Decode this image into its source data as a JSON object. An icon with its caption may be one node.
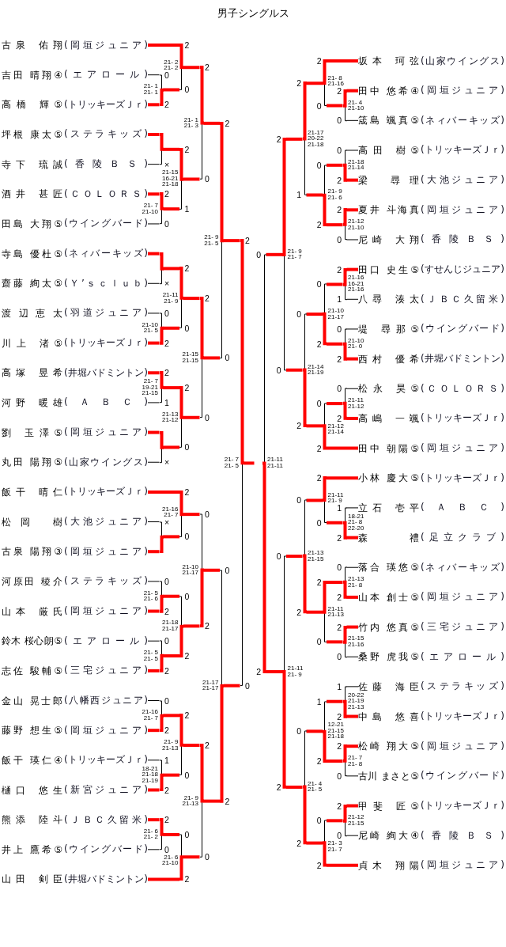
{
  "diagram": {
    "title": "男子シングルス",
    "nodes": [
      {
        "text": [
          "古泉 佑翔",
          "(岡垣ジュニア)"
        ]
      },
      {
        "text": [
          "吉田 晴翔④",
          "(エアロール)"
        ]
      },
      {
        "text": [
          "高橋 輝⑤",
          "(トリッキーズＪｒ)"
        ]
      },
      {
        "text": [
          "坪根 康太⑤",
          "(ステラキッズ)"
        ]
      },
      {
        "text": [
          "寺下 琉誠",
          "(香陵ＢＳ)"
        ]
      },
      {
        "text": [
          "酒井 甚匠",
          "(ＣＯＬＯＲＳ)"
        ]
      },
      {
        "text": [
          "田島 大翔⑤",
          "(ウイングバード)"
        ]
      },
      {
        "text": [
          "寺島 優杜⑤",
          "(ネィバーキッズ)"
        ]
      },
      {
        "text": [
          "齋藤 絢太⑤",
          "(Ｙ’ｓｃｌｕｂ)"
        ]
      },
      {
        "text": [
          "渡辺恵太",
          "(羽道ジュニア)"
        ]
      },
      {
        "text": [
          "川上 渚⑤",
          "(トリッキーズＪｒ)"
        ]
      },
      {
        "text": [
          "高塚 昱希",
          "(井堀バドミントン)"
        ]
      },
      {
        "text": [
          "河野 暖雄",
          "(ＡＢＣ)"
        ]
      },
      {
        "text": [
          "劉 玉澤⑤",
          "(岡垣ジュニア)"
        ]
      },
      {
        "text": [
          "丸田 陽翔⑤",
          "(山家ウイングス)"
        ]
      },
      {
        "text": [
          "飯干 晴仁",
          "(トリッキーズＪｒ)"
        ]
      },
      {
        "text": [
          "松岡 樹",
          "(大池ジュニア)"
        ]
      },
      {
        "text": [
          "古泉 陽翔③",
          "(岡垣ジュニア)"
        ]
      },
      {
        "text": [
          "河原田 稜介",
          "(ステラキッズ)"
        ]
      },
      {
        "text": [
          "山本 厳氏",
          "(岡垣ジュニア)"
        ]
      },
      {
        "text": [
          "鈴木 桜心朗⑤",
          "(エアロール)"
        ]
      },
      {
        "text": [
          "志佐 駿輔⑤",
          "(三宅ジュニア)"
        ]
      },
      {
        "text": [
          "金山 晃士郎",
          "(八幡西ジュニア)"
        ]
      },
      {
        "text": [
          "藤野 想生⑤",
          "(岡垣ジュニア)"
        ]
      },
      {
        "text": [
          "飯干 瑛仁④",
          "(トリッキーズＪｒ)"
        ]
      },
      {
        "text": [
          "樋口 悠生",
          "(新宮ジュニア)"
        ]
      },
      {
        "text": [
          "熊添 陸斗",
          "(ＪＢＣ久留米)"
        ]
      },
      {
        "text": [
          "井上 鷹希⑤",
          "(ウイングバード)"
        ]
      },
      {
        "text": [
          "山田 剣臣",
          "(井堀バドミントン)"
        ]
      },
      {
        "text": [
          "坂本 珂弦",
          "(山家ウイングス)"
        ]
      },
      {
        "text": [
          "田中 悠希④",
          "(岡垣ジュニア)"
        ]
      },
      {
        "text": [
          "筬島 颯真⑤",
          "(ネィバーキッズ)"
        ]
      },
      {
        "text": [
          "高田 樹⑤",
          "(トリッキーズＪｒ)"
        ]
      },
      {
        "text": [
          "梁 尋理",
          "(大池ジュニア)"
        ]
      },
      {
        "text": [
          "夏井 斗海真",
          "(岡垣ジュニア)"
        ]
      },
      {
        "text": [
          "尼崎 大翔",
          "(香陵ＢＳ)"
        ]
      },
      {
        "text": [
          "田口 史生⑤",
          "(すせんじジュニア)"
        ]
      },
      {
        "text": [
          "八尋 湊太",
          "(ＪＢＣ久留米)"
        ]
      },
      {
        "text": [
          "堤 尋那⑤",
          "(ウイングバード)"
        ]
      },
      {
        "text": [
          "西村 優希",
          "(井堀バドミントン)"
        ]
      },
      {
        "text": [
          "松永 昊⑤",
          "(ＣＯＬＯＲＳ)"
        ]
      },
      {
        "text": [
          "高嶋 一颯",
          "(トリッキーズＪｒ)"
        ]
      },
      {
        "text": [
          "田中 朝陽⑤",
          "(岡垣ジュニア)"
        ]
      },
      {
        "text": [
          "小林 慶大⑤",
          "(トリッキーズＪｒ)"
        ]
      },
      {
        "text": [
          "立石 壱平",
          "(ＡＢＣ)"
        ]
      },
      {
        "text": [
          "森 禮",
          "(足立クラブ)"
        ]
      },
      {
        "text": [
          "落合 瑛悠⑤",
          "(ネィバーキッズ)"
        ]
      },
      {
        "text": [
          "山本 創士⑤",
          "(岡垣ジュニア)"
        ]
      },
      {
        "text": [
          "竹内 悠真⑤",
          "(三宅ジュニア)"
        ]
      },
      {
        "text": [
          "桑野 虎我⑤",
          "(エアロール)"
        ]
      },
      {
        "text": [
          "佐藤 海臣",
          "(ステラキッズ)"
        ]
      },
      {
        "text": [
          "中島 悠喜",
          "(トリッキーズＪｒ)"
        ]
      },
      {
        "text": [
          "松崎 翔大⑤",
          "(岡垣ジュニア)"
        ]
      },
      {
        "text": [
          "古川 まさと⑤",
          "(ウイングバード)"
        ]
      },
      {
        "text": [
          "甲斐 匠⑤",
          "(トリッキーズＪｒ)"
        ]
      },
      {
        "text": [
          "尼崎 絢大④",
          "(香陵ＢＳ)"
        ]
      },
      {
        "text": [
          "貞木 翔陽",
          "(岡垣ジュニア)"
        ]
      },
      {
        "text": [],
        "shape": "bar",
        "beside": [
          "21- 1",
          "21- 1"
        ]
      },
      {
        "text": [],
        "shape": "bar",
        "beside": [
          "21- 2",
          "21- 2"
        ]
      },
      {
        "text": [],
        "shape": "bar"
      },
      {
        "text": [],
        "shape": "bar",
        "beside": [
          "21- 7",
          "21-10"
        ]
      },
      {
        "text": [],
        "shape": "bar",
        "beside": [
          "21-15",
          "16-21",
          "21-18"
        ]
      },
      {
        "text": [],
        "shape": "bar",
        "beside": [
          "21- 1",
          "21- 3"
        ]
      },
      {
        "text": [],
        "shape": "bar"
      },
      {
        "text": [],
        "shape": "bar",
        "beside": [
          "21-10",
          "21- 5"
        ]
      },
      {
        "text": [],
        "shape": "bar",
        "beside": [
          "21-11",
          "21- 9"
        ]
      },
      {
        "text": [],
        "shape": "bar",
        "beside": [
          "21- 7",
          "19-21",
          "21-15"
        ]
      },
      {
        "text": [],
        "shape": "bar"
      },
      {
        "text": [],
        "shape": "bar",
        "beside": [
          "21-13",
          "21-12"
        ]
      },
      {
        "text": [],
        "shape": "bar",
        "beside": [
          "21-15",
          "21-15"
        ]
      },
      {
        "text": [],
        "shape": "bar",
        "beside": [
          "21- 9",
          "21- 5"
        ]
      },
      {
        "text": [],
        "shape": "bar"
      },
      {
        "text": [],
        "shape": "bar",
        "beside": [
          "21-16",
          "21- 7"
        ]
      },
      {
        "text": [],
        "shape": "bar",
        "beside": [
          "21- 5",
          "21- 6"
        ]
      },
      {
        "text": [],
        "shape": "bar",
        "beside": [
          "21- 5",
          "21- 5"
        ]
      },
      {
        "text": [],
        "shape": "bar",
        "beside": [
          "21-18",
          "21-17"
        ]
      },
      {
        "text": [],
        "shape": "bar",
        "beside": [
          "21-10",
          "21-17"
        ]
      },
      {
        "text": [],
        "shape": "bar",
        "beside": [
          "21-16",
          "21- 7"
        ]
      },
      {
        "text": [],
        "shape": "bar",
        "beside": [
          "18-21",
          "21-18",
          "21-19"
        ]
      },
      {
        "text": [],
        "shape": "bar",
        "beside": [
          "21- 9",
          "21-13"
        ]
      },
      {
        "text": [],
        "shape": "bar",
        "beside": [
          "21- 6",
          "21- 2"
        ]
      },
      {
        "text": [],
        "shape": "bar",
        "beside": [
          "21- 6",
          "21-10"
        ]
      },
      {
        "text": [],
        "shape": "bar",
        "beside": [
          "21- 9",
          "21-13"
        ]
      },
      {
        "text": [],
        "shape": "bar",
        "beside": [
          "21-17",
          "21-17"
        ]
      },
      {
        "text": [],
        "shape": "bar",
        "beside": [
          "21- 7",
          "21- 5"
        ]
      },
      {
        "text": [],
        "shape": "bar",
        "beside": [
          "21- 4",
          "21-10"
        ]
      },
      {
        "text": [],
        "shape": "bar",
        "beside": [
          "21- 8",
          "21-16"
        ]
      },
      {
        "text": [],
        "shape": "bar",
        "beside": [
          "21-18",
          "21-14"
        ]
      },
      {
        "text": [],
        "shape": "bar",
        "beside": [
          "21-12",
          "21-10"
        ]
      },
      {
        "text": [],
        "shape": "bar",
        "beside": [
          "21- 9",
          "21- 6"
        ]
      },
      {
        "text": [],
        "shape": "bar",
        "beside": [
          "21-17",
          "20-22",
          "21-18"
        ]
      },
      {
        "text": [],
        "shape": "bar",
        "beside": [
          "21-16",
          "16-21",
          "21-16"
        ]
      },
      {
        "text": [],
        "shape": "bar",
        "beside": [
          "21-10",
          "21- 0"
        ]
      },
      {
        "text": [],
        "shape": "bar",
        "beside": [
          "21-10",
          "21-17"
        ]
      },
      {
        "text": [],
        "shape": "bar",
        "beside": [
          "21-11",
          "21-12"
        ]
      },
      {
        "text": [],
        "shape": "bar",
        "beside": [
          "21-12",
          "21-14"
        ]
      },
      {
        "text": [],
        "shape": "bar",
        "beside": [
          "21-14",
          "21-19"
        ]
      },
      {
        "text": [],
        "shape": "bar",
        "beside": [
          "21- 9",
          "21- 7"
        ]
      },
      {
        "text": [],
        "shape": "bar",
        "beside": [
          "18-21",
          "21- 8",
          "22-20"
        ]
      },
      {
        "text": [],
        "shape": "bar",
        "beside": [
          "21-11",
          "21- 9"
        ]
      },
      {
        "text": [],
        "shape": "bar",
        "beside": [
          "21-13",
          "21- 8"
        ]
      },
      {
        "text": [],
        "shape": "bar",
        "beside": [
          "21-15",
          "21-16"
        ]
      },
      {
        "text": [],
        "shape": "bar",
        "beside": [
          "21-11",
          "21-13"
        ]
      },
      {
        "text": [],
        "shape": "bar",
        "beside": [
          "21-13",
          "21-15"
        ]
      },
      {
        "text": [],
        "shape": "bar",
        "beside": [
          "20-22",
          "21-19",
          "21-13"
        ]
      },
      {
        "text": [],
        "shape": "bar",
        "beside": [
          "21- 7",
          "21- 8"
        ]
      },
      {
        "text": [],
        "shape": "bar",
        "beside": [
          "12-21",
          "21-15",
          "21-18"
        ]
      },
      {
        "text": [],
        "shape": "bar",
        "beside": [
          "21-12",
          "21-15"
        ]
      },
      {
        "text": [],
        "shape": "bar",
        "beside": [
          "21- 3",
          "21- 7"
        ]
      },
      {
        "text": [],
        "shape": "bar",
        "beside": [
          "21- 4",
          "21- 5"
        ]
      },
      {
        "text": [],
        "shape": "bar",
        "beside": [
          "21-11",
          "21- 9"
        ]
      },
      {
        "text": [],
        "shape": "bar",
        "beside": [
          "21-11",
          "21-11"
        ]
      }
    ],
    "edges": [
      {
        "from": 1,
        "to": 57,
        "arrow": "none",
        "label": "0",
        "color": "#000000"
      },
      {
        "from": 2,
        "to": 57,
        "arrow": "none",
        "label": "2"
      },
      {
        "from": 0,
        "to": 58,
        "arrow": "none",
        "label": "2"
      },
      {
        "from": 57,
        "to": 58,
        "arrow": "none",
        "label": "0"
      },
      {
        "from": 3,
        "to": 59,
        "arrow": "none"
      },
      {
        "from": 4,
        "to": 59,
        "arrow": "none",
        "label": "×",
        "color": "#000000"
      },
      {
        "from": 5,
        "to": 60,
        "arrow": "none",
        "label": "2"
      },
      {
        "from": 6,
        "to": 60,
        "arrow": "none",
        "label": "0",
        "color": "#000000"
      },
      {
        "from": 59,
        "to": 61,
        "arrow": "none",
        "label": "2"
      },
      {
        "from": 60,
        "to": 61,
        "arrow": "none",
        "label": "1"
      },
      {
        "from": 58,
        "to": 62,
        "arrow": "none",
        "label": "2"
      },
      {
        "from": 61,
        "to": 62,
        "arrow": "none",
        "label": "0"
      },
      {
        "from": 7,
        "to": 63,
        "arrow": "none"
      },
      {
        "from": 8,
        "to": 63,
        "arrow": "none",
        "label": "×",
        "color": "#000000"
      },
      {
        "from": 9,
        "to": 64,
        "arrow": "none",
        "label": "0",
        "color": "#000000"
      },
      {
        "from": 10,
        "to": 64,
        "arrow": "none",
        "label": "2"
      },
      {
        "from": 63,
        "to": 65,
        "arrow": "none",
        "label": "2"
      },
      {
        "from": 64,
        "to": 65,
        "arrow": "none",
        "label": "0"
      },
      {
        "from": 11,
        "to": 66,
        "arrow": "none",
        "label": "2"
      },
      {
        "from": 12,
        "to": 66,
        "arrow": "none",
        "label": "1",
        "color": "#000000"
      },
      {
        "from": 13,
        "to": 67,
        "arrow": "none"
      },
      {
        "from": 14,
        "to": 67,
        "arrow": "none",
        "label": "×",
        "color": "#000000"
      },
      {
        "from": 66,
        "to": 68,
        "arrow": "none",
        "label": "2"
      },
      {
        "from": 67,
        "to": 68,
        "arrow": "none",
        "label": "0"
      },
      {
        "from": 65,
        "to": 69,
        "arrow": "none",
        "label": "2"
      },
      {
        "from": 68,
        "to": 69,
        "arrow": "none",
        "label": "0"
      },
      {
        "from": 62,
        "to": 70,
        "arrow": "none",
        "label": "2"
      },
      {
        "from": 69,
        "to": 70,
        "arrow": "none",
        "label": "0"
      },
      {
        "from": 16,
        "to": 71,
        "arrow": "none",
        "label": "×",
        "color": "#000000"
      },
      {
        "from": 17,
        "to": 71,
        "arrow": "none"
      },
      {
        "from": 15,
        "to": 72,
        "arrow": "none",
        "label": "2"
      },
      {
        "from": 71,
        "to": 72,
        "arrow": "none",
        "label": "0"
      },
      {
        "from": 18,
        "to": 73,
        "arrow": "none",
        "label": "0",
        "color": "#000000"
      },
      {
        "from": 19,
        "to": 73,
        "arrow": "none",
        "label": "2"
      },
      {
        "from": 20,
        "to": 74,
        "arrow": "none",
        "label": "0",
        "color": "#000000"
      },
      {
        "from": 21,
        "to": 74,
        "arrow": "none",
        "label": "2"
      },
      {
        "from": 73,
        "to": 75,
        "arrow": "none",
        "label": "0"
      },
      {
        "from": 74,
        "to": 75,
        "arrow": "none",
        "label": "2"
      },
      {
        "from": 72,
        "to": 76,
        "arrow": "none",
        "label": "0"
      },
      {
        "from": 75,
        "to": 76,
        "arrow": "none",
        "label": "2"
      },
      {
        "from": 22,
        "to": 77,
        "arrow": "none",
        "label": "0",
        "color": "#000000"
      },
      {
        "from": 23,
        "to": 77,
        "arrow": "none",
        "label": "2"
      },
      {
        "from": 24,
        "to": 78,
        "arrow": "none",
        "label": "1",
        "color": "#000000"
      },
      {
        "from": 25,
        "to": 78,
        "arrow": "none",
        "label": "2"
      },
      {
        "from": 77,
        "to": 79,
        "arrow": "none",
        "label": "2"
      },
      {
        "from": 78,
        "to": 79,
        "arrow": "none",
        "label": "0"
      },
      {
        "from": 26,
        "to": 80,
        "arrow": "none",
        "label": "2"
      },
      {
        "from": 27,
        "to": 80,
        "arrow": "none",
        "label": "0",
        "color": "#000000"
      },
      {
        "from": 80,
        "to": 81,
        "arrow": "none",
        "label": "0"
      },
      {
        "from": 28,
        "to": 81,
        "arrow": "none",
        "label": "2"
      },
      {
        "from": 79,
        "to": 82,
        "arrow": "none",
        "label": "2"
      },
      {
        "from": 81,
        "to": 82,
        "arrow": "none",
        "label": "0"
      },
      {
        "from": 76,
        "to": 83,
        "arrow": "none",
        "label": "0"
      },
      {
        "from": 82,
        "to": 83,
        "arrow": "none",
        "label": "2"
      },
      {
        "from": 70,
        "to": 84,
        "arrow": "none",
        "label": "2"
      },
      {
        "from": 83,
        "to": 84,
        "arrow": "none",
        "label": "0"
      },
      {
        "from": 30,
        "to": 85,
        "arrow": "none",
        "label": "2"
      },
      {
        "from": 31,
        "to": 85,
        "arrow": "none",
        "label": "0",
        "color": "#000000"
      },
      {
        "from": 29,
        "to": 86,
        "arrow": "none",
        "label": "2"
      },
      {
        "from": 85,
        "to": 86,
        "arrow": "none",
        "label": "0"
      },
      {
        "from": 32,
        "to": 87,
        "arrow": "none",
        "label": "0",
        "color": "#000000"
      },
      {
        "from": 33,
        "to": 87,
        "arrow": "none",
        "label": "2"
      },
      {
        "from": 34,
        "to": 88,
        "arrow": "none",
        "label": "2"
      },
      {
        "from": 35,
        "to": 88,
        "arrow": "none",
        "label": "0",
        "color": "#000000"
      },
      {
        "from": 87,
        "to": 89,
        "arrow": "none",
        "label": "0"
      },
      {
        "from": 88,
        "to": 89,
        "arrow": "none",
        "label": "2"
      },
      {
        "from": 86,
        "to": 90,
        "arrow": "none",
        "label": "2"
      },
      {
        "from": 89,
        "to": 90,
        "arrow": "none",
        "label": "1"
      },
      {
        "from": 36,
        "to": 91,
        "arrow": "none",
        "label": "2"
      },
      {
        "from": 37,
        "to": 91,
        "arrow": "none",
        "label": "1",
        "color": "#000000"
      },
      {
        "from": 38,
        "to": 92,
        "arrow": "none",
        "label": "0",
        "color": "#000000"
      },
      {
        "from": 39,
        "to": 92,
        "arrow": "none",
        "label": "2"
      },
      {
        "from": 91,
        "to": 93,
        "arrow": "none",
        "label": "0"
      },
      {
        "from": 92,
        "to": 93,
        "arrow": "none",
        "label": "2"
      },
      {
        "from": 40,
        "to": 94,
        "arrow": "none",
        "label": "0",
        "color": "#000000"
      },
      {
        "from": 41,
        "to": 94,
        "arrow": "none",
        "label": "2"
      },
      {
        "from": 94,
        "to": 95,
        "arrow": "none",
        "label": "0"
      },
      {
        "from": 42,
        "to": 95,
        "arrow": "none",
        "label": "2"
      },
      {
        "from": 93,
        "to": 96,
        "arrow": "none",
        "label": "0"
      },
      {
        "from": 95,
        "to": 96,
        "arrow": "none",
        "label": "2"
      },
      {
        "from": 90,
        "to": 97,
        "arrow": "none",
        "label": "2"
      },
      {
        "from": 96,
        "to": 97,
        "arrow": "none",
        "label": "0"
      },
      {
        "from": 44,
        "to": 98,
        "arrow": "none",
        "label": "1",
        "color": "#000000"
      },
      {
        "from": 45,
        "to": 98,
        "arrow": "none",
        "label": "2"
      },
      {
        "from": 43,
        "to": 99,
        "arrow": "none",
        "label": "2"
      },
      {
        "from": 98,
        "to": 99,
        "arrow": "none",
        "label": "0"
      },
      {
        "from": 46,
        "to": 100,
        "arrow": "none",
        "label": "0",
        "color": "#000000"
      },
      {
        "from": 47,
        "to": 100,
        "arrow": "none",
        "label": "2"
      },
      {
        "from": 48,
        "to": 101,
        "arrow": "none",
        "label": "2"
      },
      {
        "from": 49,
        "to": 101,
        "arrow": "none",
        "label": "0",
        "color": "#000000"
      },
      {
        "from": 100,
        "to": 102,
        "arrow": "none",
        "label": "2"
      },
      {
        "from": 101,
        "to": 102,
        "arrow": "none",
        "label": "0"
      },
      {
        "from": 99,
        "to": 103,
        "arrow": "none",
        "label": "0"
      },
      {
        "from": 102,
        "to": 103,
        "arrow": "none",
        "label": "2"
      },
      {
        "from": 50,
        "to": 104,
        "arrow": "none",
        "label": "1",
        "color": "#000000"
      },
      {
        "from": 51,
        "to": 104,
        "arrow": "none",
        "label": "2"
      },
      {
        "from": 52,
        "to": 105,
        "arrow": "none",
        "label": "2"
      },
      {
        "from": 53,
        "to": 105,
        "arrow": "none",
        "label": "0",
        "color": "#000000"
      },
      {
        "from": 104,
        "to": 106,
        "arrow": "none",
        "label": "1"
      },
      {
        "from": 105,
        "to": 106,
        "arrow": "none",
        "label": "2"
      },
      {
        "from": 54,
        "to": 107,
        "arrow": "none",
        "label": "2"
      },
      {
        "from": 55,
        "to": 107,
        "arrow": "none",
        "label": "0",
        "color": "#000000"
      },
      {
        "from": 107,
        "to": 108,
        "arrow": "none",
        "label": "0"
      },
      {
        "from": 56,
        "to": 108,
        "arrow": "none",
        "label": "2"
      },
      {
        "from": 106,
        "to": 109,
        "arrow": "none",
        "label": "0"
      },
      {
        "from": 108,
        "to": 109,
        "arrow": "none",
        "label": "2"
      },
      {
        "from": 103,
        "to": 110,
        "arrow": "none",
        "label": "0"
      },
      {
        "from": 109,
        "to": 110,
        "arrow": "none",
        "label": "2"
      },
      {
        "from": 97,
        "to": 111,
        "arrow": "none",
        "label": "0"
      },
      {
        "from": 110,
        "to": 111,
        "arrow": "none",
        "label": "2"
      },
      {
        "from": 84,
        "to": 111,
        "arrow": "none",
        "style": "dashed"
      }
    ]
  }
}
